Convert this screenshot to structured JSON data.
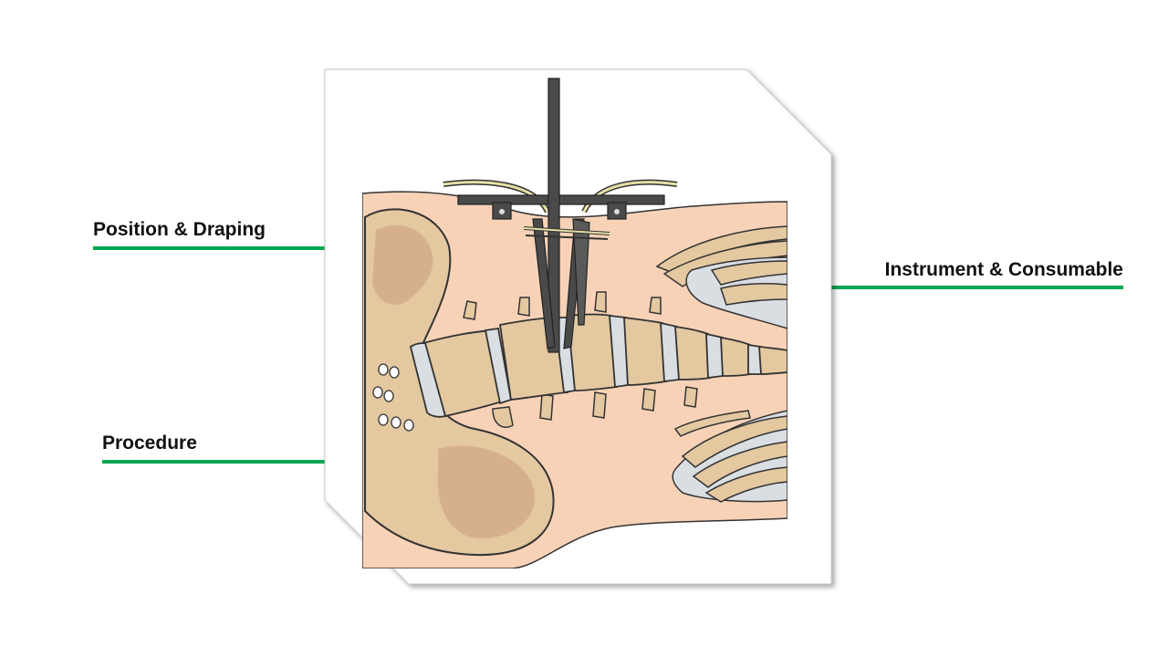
{
  "callouts": {
    "position_draping": "Position & Draping",
    "procedure": "Procedure",
    "instrument_consumable": "Instrument & Consumable"
  },
  "colors": {
    "accent_line": "#00A651",
    "skin": "#F8D2B7",
    "bone": "#E3C8A0",
    "bone_shadow": "#D2AA88",
    "disc": "#D9DEE3",
    "instrument": "#4A4A4A"
  },
  "icons": [
    "spine-surgery-illustration"
  ]
}
